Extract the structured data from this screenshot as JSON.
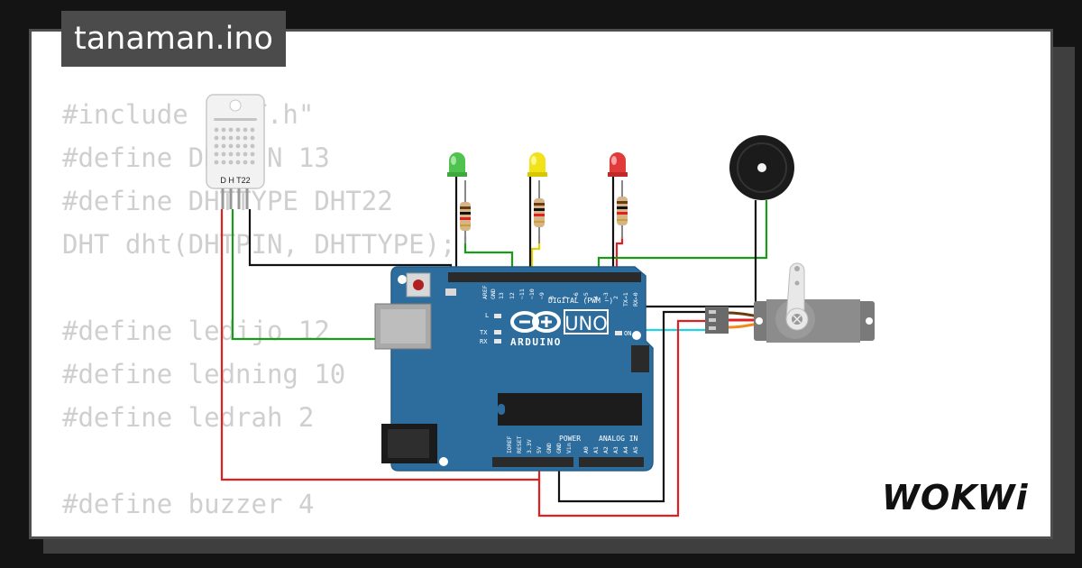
{
  "file_tab": {
    "title": "tanaman.ino"
  },
  "code_lines": [
    "#include \"DHT.h\"",
    "#define DHTPIN 13",
    "#define DHTTYPE DHT22",
    "DHT dht(DHTPIN, DHTTYPE);",
    "",
    "#define ledijo 12",
    "#define ledning 10",
    "#define ledrah 2",
    "",
    "#define buzzer 4"
  ],
  "sensor": {
    "label": "D H T22"
  },
  "arduino": {
    "brand": "ARDUINO",
    "model": "UNO",
    "digital_label": "DIGITAL (PWM ~)",
    "power_label": "POWER",
    "analog_label": "ANALOG IN",
    "aref": "AREF",
    "gnd": "GND",
    "pins_digital": [
      "13",
      "12",
      "~11",
      "~10",
      "~9",
      "8",
      "7",
      "~6",
      "~5",
      "4",
      "~3",
      "2",
      "TX→1",
      "RX←0"
    ],
    "pins_power": [
      "IOREF",
      "RESET",
      "3.3V",
      "5V",
      "GND",
      "GND",
      "Vin"
    ],
    "pins_analog": [
      "A0",
      "A1",
      "A2",
      "A3",
      "A4",
      "A5"
    ],
    "led_l": "L",
    "led_tx": "TX",
    "led_rx": "RX",
    "on": "ON"
  },
  "brand_mark": {
    "text": "WOKWi"
  },
  "colors": {
    "board": "#2d6d9e",
    "wire_red": "#e02020",
    "wire_black": "#111111",
    "wire_green": "#1a9a1a",
    "wire_cyan": "#22d3e6",
    "led_green": "#4fc24f",
    "led_yellow": "#f2e21a",
    "led_red": "#e23a3a"
  }
}
